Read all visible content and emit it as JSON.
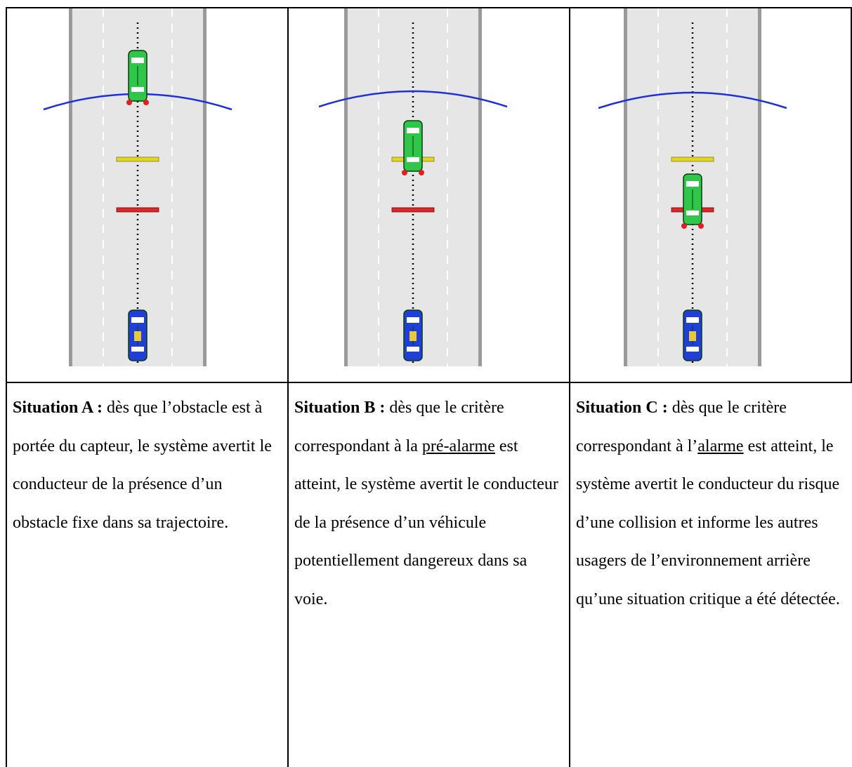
{
  "panels": [
    {
      "id": "A",
      "label": "Situation A :",
      "text_parts": [
        " dès que l’obstacle est à portée du capteur, le système avertit le conducteur de la présence d’un obstacle fixe dans sa trajectoire."
      ],
      "front_vehicle_color": "green",
      "rear_vehicle_color": "blue"
    },
    {
      "id": "B",
      "label": "Situation B :",
      "text_parts": [
        " dès que le critère correspondant à la ",
        "pré-alarme",
        " est atteint, le système avertit le conducteur de la présence d’un véhicule potentiellement dangereux dans sa voie."
      ],
      "front_vehicle_color": "green",
      "rear_vehicle_color": "blue"
    },
    {
      "id": "C",
      "label": "Situation C :",
      "text_parts": [
        " dès que le critère correspondant à l’",
        "alarme",
        " est atteint, le système avertit le conducteur du risque d’une collision et informe les autres usagers de l’environnement arrière qu’une situation critique a été détectée."
      ],
      "front_vehicle_color": "green",
      "rear_vehicle_color": "blue"
    }
  ],
  "colors": {
    "road": "#e6e6e6",
    "road_edge": "#9a9a9a",
    "lane_dash": "#ffffff",
    "sensor_arc": "#1f2fe0",
    "pre_alarm_line": "#e3d42a",
    "alarm_line": "#d82a2a",
    "front_vehicle": "#2fc64a",
    "rear_vehicle": "#1f3fd6",
    "vehicle_lights": "#e02020"
  }
}
